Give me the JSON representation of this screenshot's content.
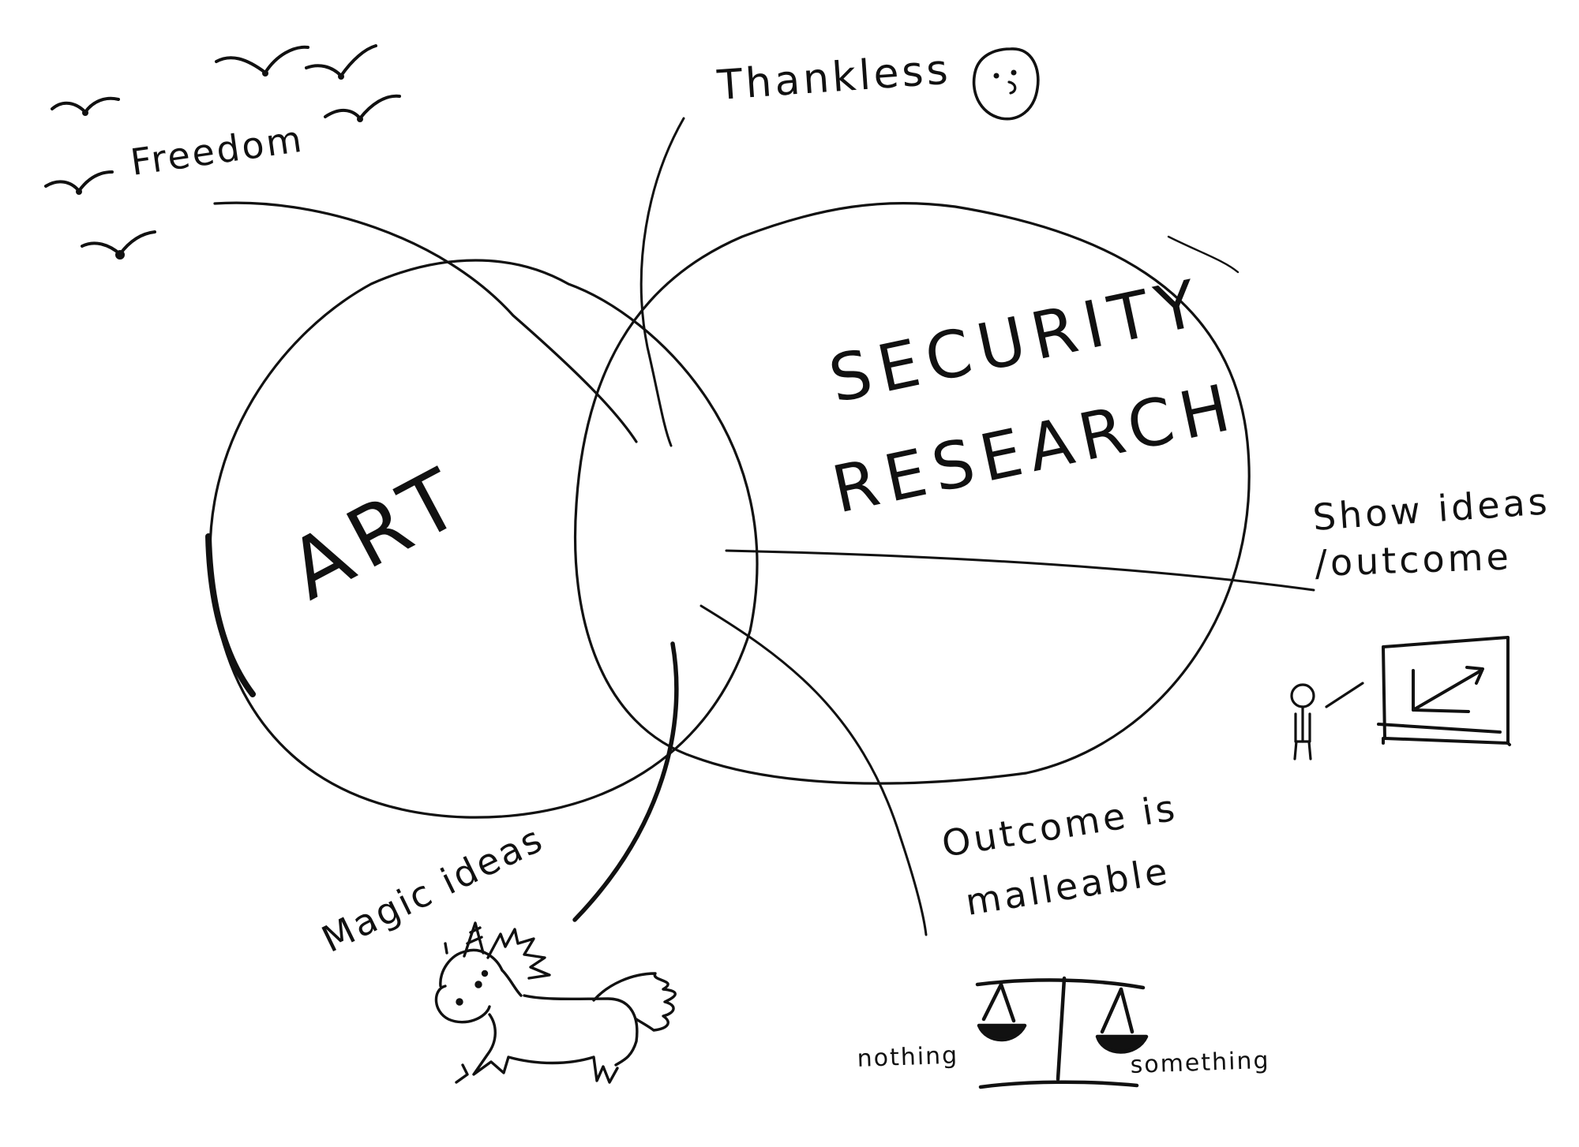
{
  "diagram": {
    "circles": {
      "art": "ART",
      "security_line1": "SECURITY",
      "security_line2": "RESEARCH"
    },
    "labels": {
      "freedom": "Freedom",
      "thankless": "Thankless",
      "show_ideas_line1": "Show ideas",
      "show_ideas_line2": "/outcome",
      "outcome_line1": "Outcome is",
      "outcome_line2": "malleable",
      "magic_ideas": "Magic ideas",
      "nothing": "nothing",
      "something": "something"
    },
    "icons": [
      "birds-icon",
      "worried-face-icon",
      "presenter-icon",
      "chart-board-icon",
      "unicorn-icon",
      "scales-icon"
    ],
    "ink_color": "#111111",
    "background_color": "#ffffff"
  }
}
